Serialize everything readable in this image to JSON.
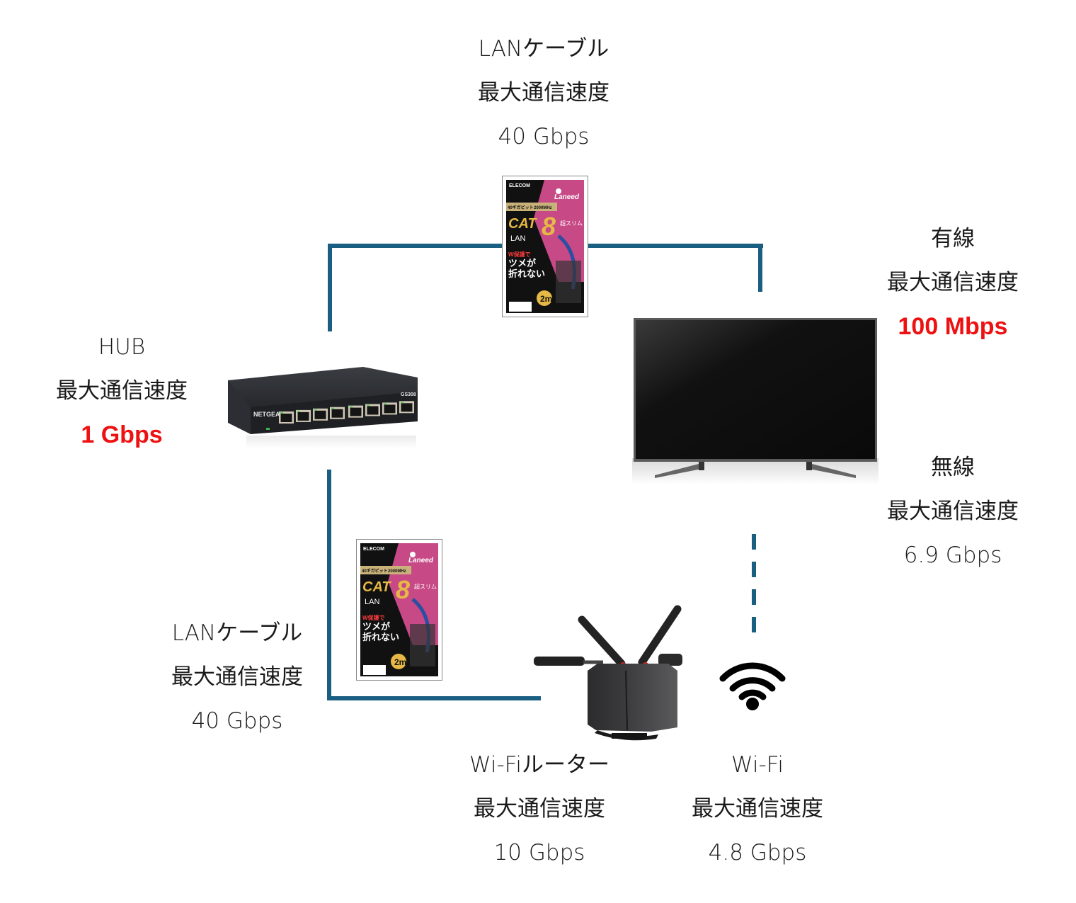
{
  "colors": {
    "wire": "#1a5e82",
    "highlight": "#ee1111"
  },
  "lan_cable_top": {
    "title": "LANケーブル",
    "subtitle": "最大通信速度",
    "speed": "40 Gbps",
    "package": {
      "brand": "ELECOM",
      "line": "Laneed",
      "category": "CAT",
      "category_number": "8",
      "type": "LAN",
      "spec1": "40ギガビット",
      "spec2": "2000MHz",
      "feature": "超スリム",
      "slogan_top": "W保護で",
      "slogan_1": "ツメが",
      "slogan_2": "折れない",
      "length": "2m"
    }
  },
  "hub": {
    "title": "HUB",
    "subtitle": "最大通信速度",
    "speed": "1 Gbps",
    "device": {
      "brand": "NETGEAR",
      "model": "GS308",
      "ports": 8
    }
  },
  "tv": {
    "wired_title": "有線",
    "wired_subtitle": "最大通信速度",
    "wired_speed": "100 Mbps",
    "wireless_title": "無線",
    "wireless_subtitle": "最大通信速度",
    "wireless_speed": "6.9 Gbps"
  },
  "lan_cable_bottom": {
    "title": "LANケーブル",
    "subtitle": "最大通信速度",
    "speed": "40 Gbps",
    "package": {
      "brand": "ELECOM",
      "line": "Laneed",
      "category": "CAT",
      "category_number": "8",
      "type": "LAN",
      "spec1": "40ギガビット",
      "spec2": "2000MHz",
      "feature": "超スリム",
      "slogan_top": "W保護で",
      "slogan_1": "ツメが",
      "slogan_2": "折れない",
      "length": "2m"
    }
  },
  "router": {
    "title": "Wi-Fiルーター",
    "subtitle": "最大通信速度",
    "speed": "10 Gbps"
  },
  "wifi": {
    "title": "Wi-Fi",
    "subtitle": "最大通信速度",
    "speed": "4.8 Gbps"
  }
}
